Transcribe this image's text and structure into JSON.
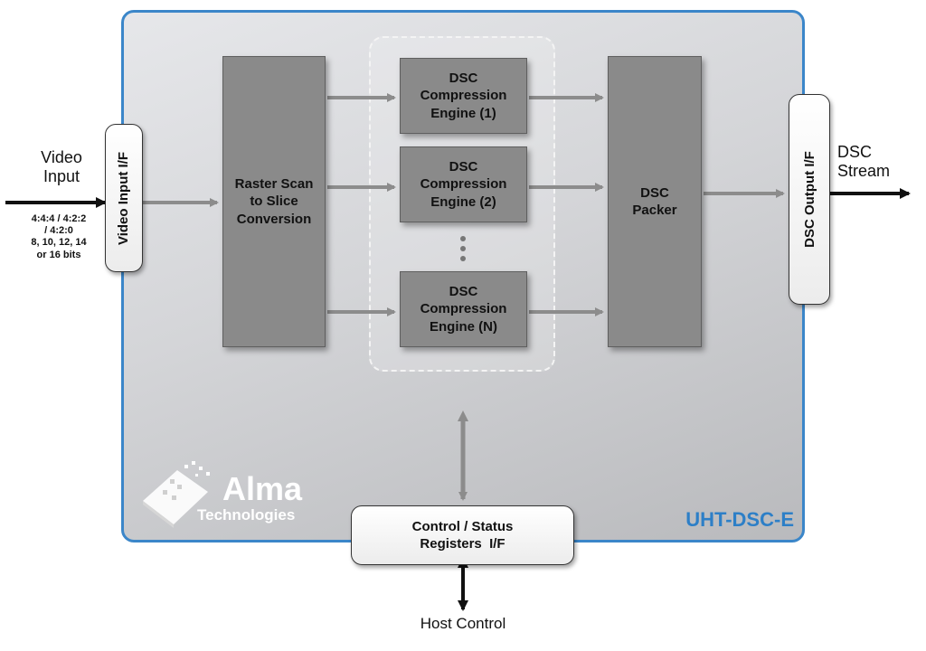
{
  "diagram": {
    "core_name": "UHT-DSC-E",
    "blocks": {
      "video_input_if": "Video Input I/F",
      "raster_scan": "Raster Scan\nto Slice\nConversion",
      "engines": [
        "DSC\nCompression\nEngine (1)",
        "DSC\nCompression\nEngine (2)",
        "DSC\nCompression\nEngine (N)"
      ],
      "packer": "DSC\nPacker",
      "output_if": "DSC Output I/F",
      "control_if": "Control / Status\nRegisters  I/F"
    },
    "external": {
      "video_input": "Video\nInput",
      "input_formats": "4:4:4 / 4:2:2\n/ 4:2:0\n8, 10, 12, 14\nor 16 bits",
      "dsc_stream": "DSC\nStream",
      "host_control": "Host Control"
    },
    "logo": {
      "name": "Alma",
      "subtitle": "Technologies"
    }
  },
  "colors": {
    "core_border": "#3b86c9",
    "core_name": "#2d7fc7",
    "block_fill": "#8a8a8a",
    "internal_arrow": "#8c8c8c",
    "external_arrow": "#111111"
  }
}
